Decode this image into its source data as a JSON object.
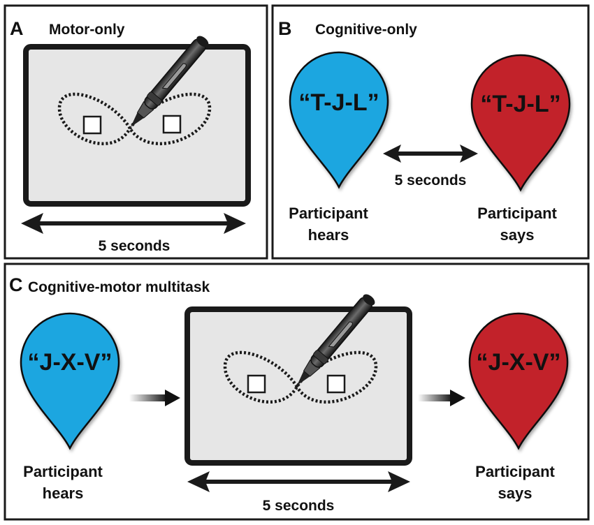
{
  "panels": {
    "a": {
      "letter": "A",
      "title": "Motor-only",
      "duration": "5 seconds"
    },
    "b": {
      "letter": "B",
      "title": "Cognitive-only",
      "heard_text": "“T-J-L”",
      "said_text": "“T-J-L”",
      "duration": "5 seconds",
      "hears_line1": "Participant",
      "hears_line2": "hears",
      "says_line1": "Participant",
      "says_line2": "says"
    },
    "c": {
      "letter": "C",
      "title": "Cognitive-motor multitask",
      "heard_text": "“J-X-V”",
      "said_text": "“J-X-V”",
      "duration": "5 seconds",
      "hears_line1": "Participant",
      "hears_line2": "hears",
      "says_line1": "Participant",
      "says_line2": "says"
    }
  },
  "colors": {
    "hear_drop": "#1ea6e0",
    "say_drop": "#c2242c",
    "tablet_fill": "#e6e6e6",
    "tablet_border": "#1a1a1a",
    "pen_body": "#2e2e2e"
  },
  "icons": {
    "tablet": "tablet-icon",
    "pen": "stylus-pen-icon",
    "path": "figure-eight-path",
    "hear_drop": "speech-drop-icon",
    "say_drop": "speech-drop-icon"
  }
}
